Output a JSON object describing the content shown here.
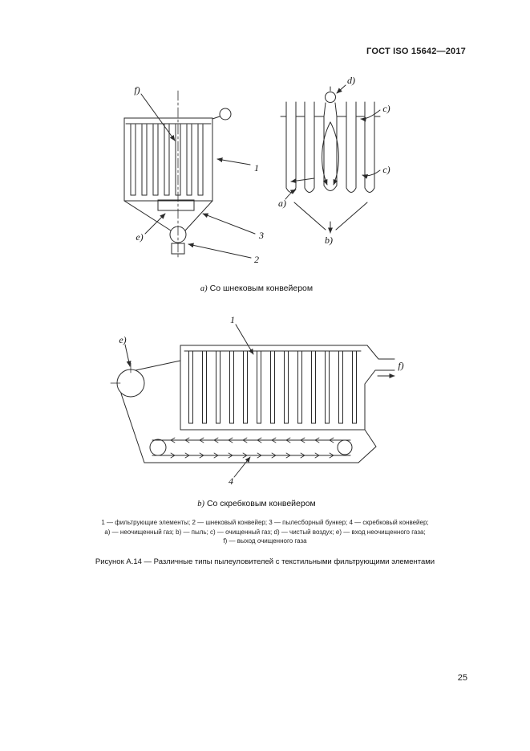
{
  "page": {
    "header": "ГОСТ ISO 15642—2017",
    "page_number": "25"
  },
  "figure_a": {
    "caption_prefix": "a)",
    "caption_text": "Со шнековым конвейером",
    "labels": {
      "f": "f)",
      "e": "e)",
      "n1": "1",
      "n2": "2",
      "n3": "3",
      "d": "d)",
      "c_top": "c)",
      "c_bottom": "c)",
      "a": "a)",
      "b": "b)"
    }
  },
  "figure_b": {
    "caption_prefix": "b)",
    "caption_text": "Со скребковым конвейером",
    "labels": {
      "e": "e)",
      "n1": "1",
      "f": "f)",
      "n4": "4"
    }
  },
  "legend": {
    "line1": "1 — фильтрующие элементы; 2 — шнековый конвейер; 3 — пылесборный бункер; 4 — скребковый конвейер;",
    "line2": "a) — неочищенный газ; b) — пыль; c) — очищенный газ; d) — чистый воздух; e) — вход неочищенного газа;",
    "line3": "f) — выход очищенного газа"
  },
  "figure_title": "Рисунок А.14 — Различные типы пылеуловителей с текстильными фильтрующими элементами"
}
